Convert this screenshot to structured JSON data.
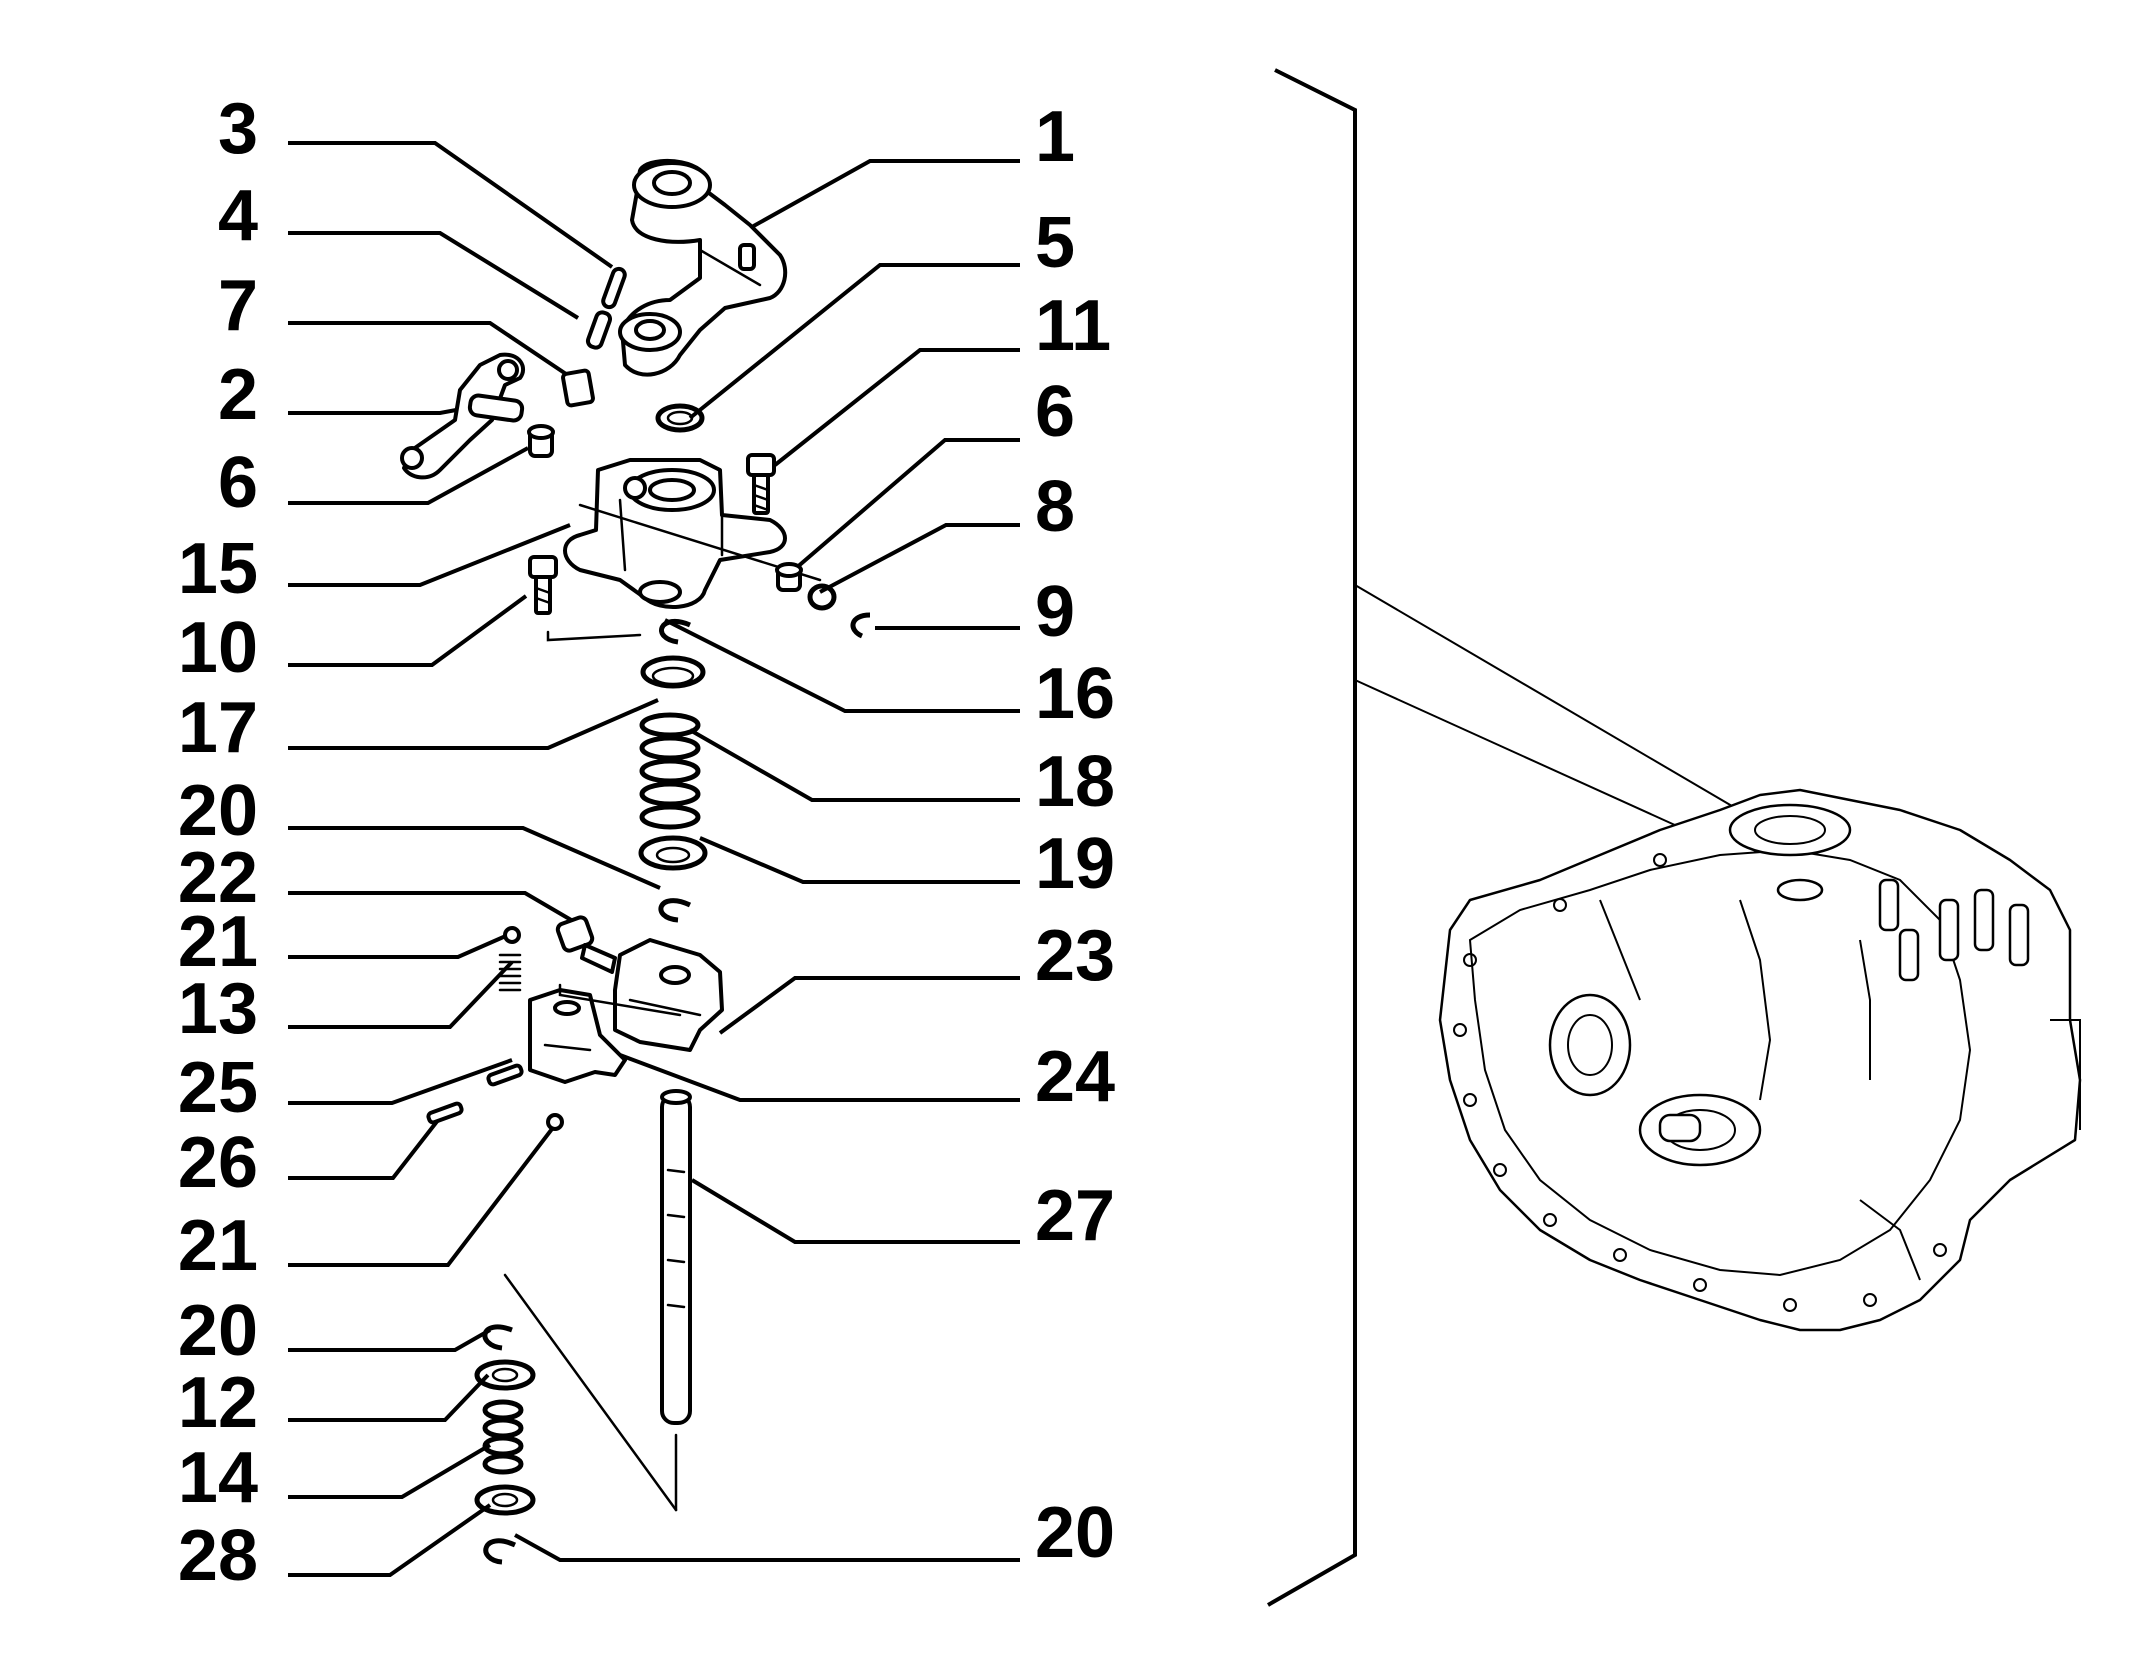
{
  "callouts": {
    "left": [
      "3",
      "4",
      "7",
      "2",
      "6",
      "15",
      "10",
      "17",
      "20",
      "22",
      "21",
      "13",
      "25",
      "26",
      "21",
      "20",
      "12",
      "14",
      "28"
    ],
    "right": [
      "1",
      "5",
      "11",
      "6",
      "8",
      "9",
      "16",
      "18",
      "19",
      "23",
      "24",
      "27",
      "20"
    ]
  }
}
